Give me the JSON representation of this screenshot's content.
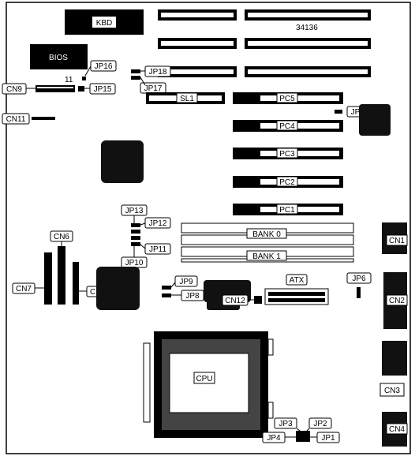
{
  "board": {
    "code": "34136",
    "chips": {
      "kbd": "KBD",
      "bios": "BIOS",
      "cpu": "CPU",
      "atx": "ATX",
      "bios_pin": "11"
    },
    "slots": {
      "sl1": "SL1",
      "pc5": "PC5",
      "pc4": "PC4",
      "pc3": "PC3",
      "pc2": "PC2",
      "pc1": "PC1"
    },
    "banks": {
      "bank0": "BANK 0",
      "bank1": "BANK 1"
    },
    "jumpers": {
      "jp1": "JP1",
      "jp2": "JP2",
      "jp3": "JP3",
      "jp4": "JP4",
      "jp6": "JP6",
      "jp8": "JP8",
      "jp9": "JP9",
      "jp10": "JP10",
      "jp11": "JP11",
      "jp12": "JP12",
      "jp13": "JP13",
      "jp14": "JP14",
      "jp15": "JP15",
      "jp16": "JP16",
      "jp17": "JP17",
      "jp18": "JP18"
    },
    "connectors": {
      "cn1": "CN1",
      "cn2": "CN2",
      "cn3": "CN3",
      "cn4": "CN4",
      "cn5": "CN5",
      "cn6": "CN6",
      "cn7": "CN7",
      "cn9": "CN9",
      "cn11": "CN11",
      "cn12": "CN12"
    }
  }
}
